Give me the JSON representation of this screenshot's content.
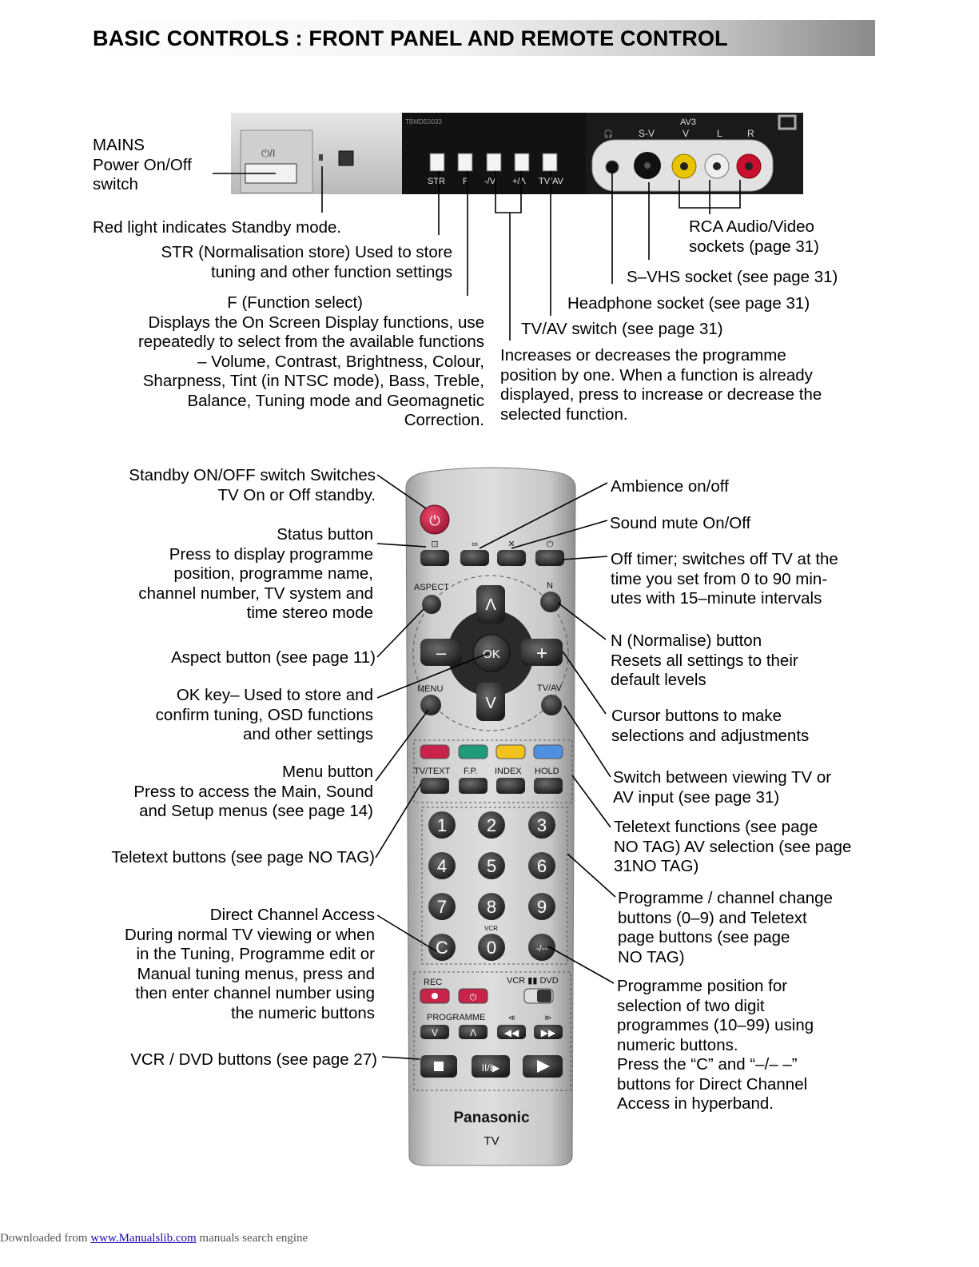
{
  "title": "BASIC CONTROLS : FRONT PANEL AND REMOTE CONTROL",
  "panel": {
    "power_symbol": "⏻/I",
    "model_code": "TBMDE0033",
    "button_labels": [
      "STR",
      "F",
      "-/V",
      "+/Λ",
      "TV/AV"
    ],
    "av3_label": "AV3",
    "av3_jack_labels": [
      "S-V",
      "V",
      "L",
      "R"
    ],
    "headphone_symbol": "🎧"
  },
  "front_callouts": {
    "mains": [
      "MAINS",
      "Power On/Off",
      "switch"
    ],
    "red_light": "Red light indicates Standby mode.",
    "str": [
      "STR (Normalisation store) Used to store",
      "tuning and other function settings"
    ],
    "f": [
      "F (Function select)",
      "Displays the On Screen Display functions, use",
      "repeatedly to select from the available functions",
      "– Volume, Contrast, Brightness, Colour,",
      "Sharpness, Tint (in NTSC mode), Bass, Treble,",
      "Balance, Tuning mode and Geomagnetic",
      "Correction."
    ],
    "rca": [
      "RCA Audio/Video",
      "sockets (page 31)"
    ],
    "svhs": "S–VHS socket (see page 31)",
    "headphone": "Headphone socket (see page 31)",
    "tvav": "TV/AV switch (see page 31)",
    "updown": [
      "Increases or decreases the programme",
      "position by one. When a function is already",
      "displayed, press to increase or decrease the",
      "selected function."
    ]
  },
  "remote_left": {
    "standby": [
      "Standby ON/OFF switch Switches",
      "TV On or Off standby."
    ],
    "status": [
      "Status button",
      "Press to display programme",
      "position, programme name,",
      "channel number, TV system and",
      "time stereo mode"
    ],
    "aspect": "Aspect button (see page 11)",
    "ok": [
      "OK key–  Used to store and",
      "confirm tuning, OSD functions",
      "and other settings"
    ],
    "menu": [
      "Menu button",
      "Press to access the Main, Sound",
      "and Setup menus (see page 14)"
    ],
    "teletext": "Teletext buttons (see page NO TAG)",
    "direct": [
      "Direct Channel Access",
      "During normal TV viewing or when",
      "in the Tuning, Programme edit or",
      "Manual tuning menus, press and",
      "then enter channel number using",
      "the numeric buttons"
    ],
    "vcr": "VCR / DVD buttons (see page 27)"
  },
  "remote_right": {
    "ambience": "Ambience on/off",
    "mute": "Sound mute On/Off",
    "offtimer": [
      "Off timer; switches off TV at the",
      "time you set from 0 to 90 min-",
      "utes with 15–minute intervals"
    ],
    "normalise": [
      "N (Normalise) button",
      "Resets all settings to their",
      "default levels"
    ],
    "cursor": [
      "Cursor buttons to make",
      "selections and adjustments"
    ],
    "switchav": [
      "Switch between viewing TV or",
      "AV input (see page 31)"
    ],
    "teletextfn": [
      "Teletext functions (see page",
      "NO TAG) AV selection (see page",
      "31NO TAG)"
    ],
    "programme": [
      "Programme / channel change",
      "buttons (0–9) and Teletext",
      "page buttons (see page",
      "NO TAG)"
    ],
    "position": [
      "Programme position for",
      "selection of two digit",
      "programmes (10–99) using",
      "numeric buttons.",
      "Press the “C” and “–/– –”",
      "buttons for Direct Channel",
      "Access in hyperband."
    ]
  },
  "remote": {
    "aspect_label": "ASPECT",
    "n_label": "N",
    "menu_label": "MENU",
    "tvav_label": "TV/AV",
    "ok_label": "OK",
    "minus": "–",
    "plus": "+",
    "up": "Λ",
    "down": "V",
    "ttx_labels": [
      "TV/TEXT",
      "F.P.",
      "INDEX",
      "HOLD"
    ],
    "digits": [
      "1",
      "2",
      "3",
      "4",
      "5",
      "6",
      "7",
      "8",
      "9",
      "C",
      "0",
      "-/--"
    ],
    "vcr_small": "VCR",
    "rec_label": "REC",
    "vcrdvd_label": "VCR ▮▮ DVD",
    "programme_label": "PROGRAMME",
    "brand": "Panasonic",
    "tv": "TV"
  },
  "colors": {
    "red": "#c8244a",
    "green": "#1f9a7a",
    "yellow": "#f2c21c",
    "blue": "#4f8fe0"
  },
  "footer": {
    "prefix": "Downloaded from ",
    "link": "www.Manualslib.com",
    "suffix": " manuals search engine"
  }
}
